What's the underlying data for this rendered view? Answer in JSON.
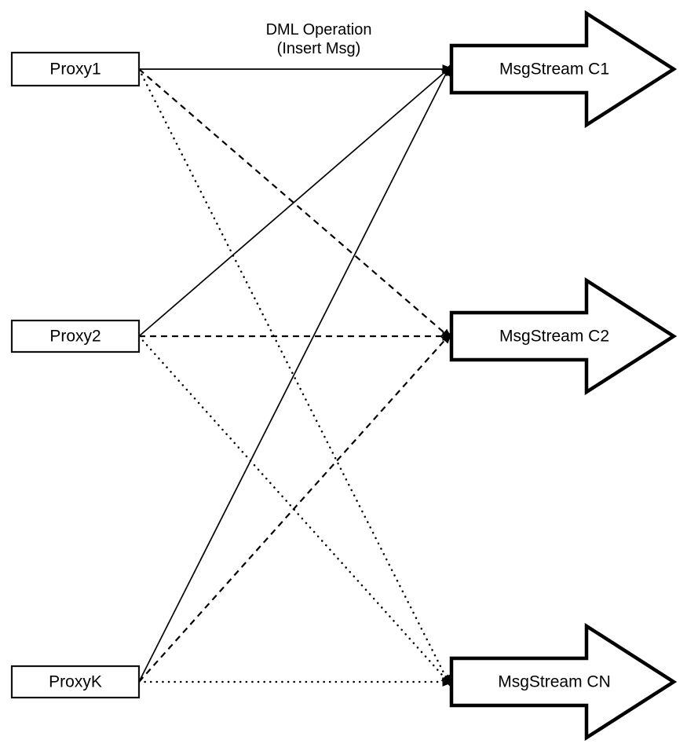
{
  "diagram": {
    "annotation": {
      "line1": "DML Operation",
      "line2": "(Insert Msg)"
    },
    "proxies": [
      {
        "id": "proxy1",
        "label": "Proxy1"
      },
      {
        "id": "proxy2",
        "label": "Proxy2"
      },
      {
        "id": "proxyk",
        "label": "ProxyK"
      }
    ],
    "streams": [
      {
        "id": "c1",
        "label": "MsgStream C1",
        "incoming_line_style": "solid"
      },
      {
        "id": "c2",
        "label": "MsgStream C2",
        "incoming_line_style": "dashed"
      },
      {
        "id": "cn",
        "label": "MsgStream CN",
        "incoming_line_style": "dotted"
      }
    ],
    "edges": [
      {
        "from": "proxy1",
        "to": "c1",
        "style": "solid"
      },
      {
        "from": "proxy1",
        "to": "c2",
        "style": "dashed"
      },
      {
        "from": "proxy1",
        "to": "cn",
        "style": "dotted"
      },
      {
        "from": "proxy2",
        "to": "c1",
        "style": "solid"
      },
      {
        "from": "proxy2",
        "to": "c2",
        "style": "dashed"
      },
      {
        "from": "proxy2",
        "to": "cn",
        "style": "dotted"
      },
      {
        "from": "proxyk",
        "to": "c1",
        "style": "solid"
      },
      {
        "from": "proxyk",
        "to": "c2",
        "style": "dashed"
      },
      {
        "from": "proxyk",
        "to": "cn",
        "style": "dotted"
      }
    ],
    "colors": {
      "stroke": "#000000",
      "fill": "#ffffff"
    }
  }
}
